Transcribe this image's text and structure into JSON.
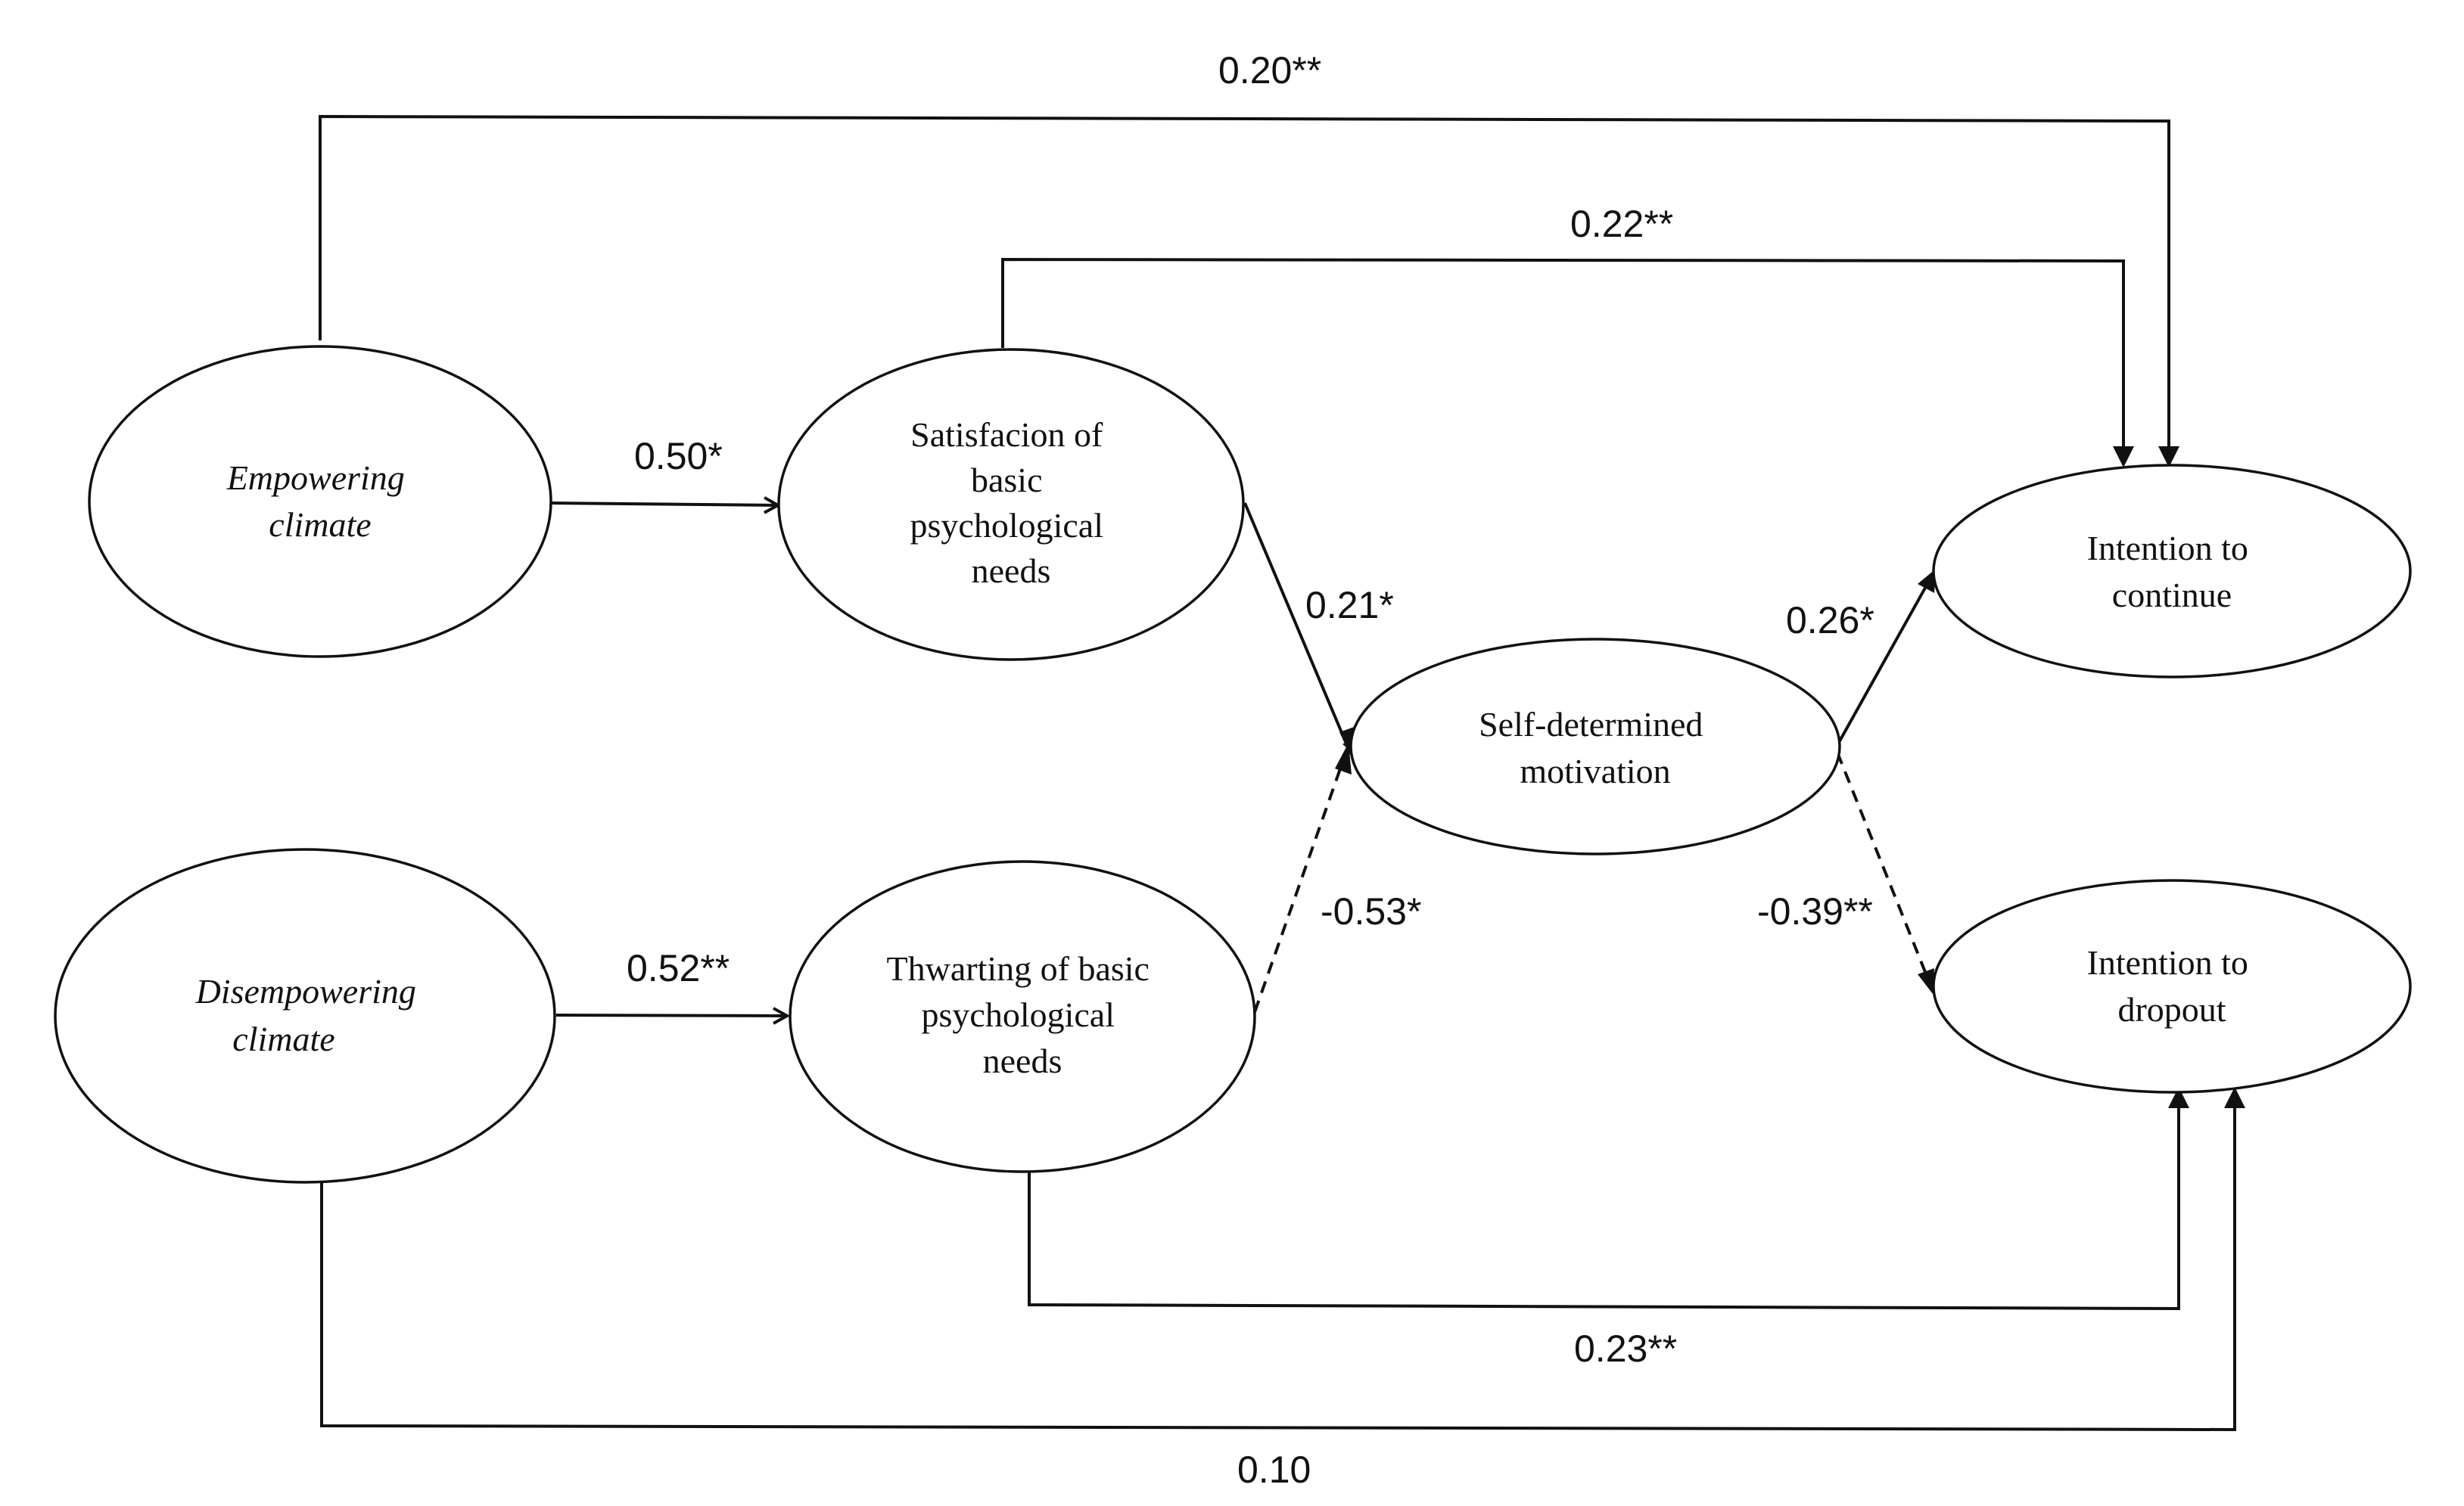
{
  "nodes": {
    "empowering": {
      "lines": [
        "Empowering",
        "climate"
      ],
      "italic": true
    },
    "disempowering": {
      "lines": [
        "Disempowering",
        "climate"
      ],
      "italic": true
    },
    "satisfaction": {
      "lines": [
        "Satisfacion of",
        "basic",
        "psychological",
        "needs"
      ],
      "italic": false
    },
    "thwarting": {
      "lines": [
        "Thwarting of basic",
        "psychological",
        "needs"
      ],
      "italic": false
    },
    "motivation": {
      "lines": [
        "Self-determined",
        "motivation"
      ],
      "italic": false
    },
    "continue": {
      "lines": [
        "Intention to",
        "continue"
      ],
      "italic": false
    },
    "dropout": {
      "lines": [
        "Intention to",
        "dropout"
      ],
      "italic": false
    }
  },
  "paths": {
    "empowering_satisfaction": {
      "coef": "0.50*",
      "style": "solid"
    },
    "disempowering_thwarting": {
      "coef": "0.52**",
      "style": "solid"
    },
    "satisfaction_motivation": {
      "coef": "0.21*",
      "style": "solid"
    },
    "thwarting_motivation": {
      "coef": "-0.53*",
      "style": "dashed"
    },
    "motivation_continue": {
      "coef": "0.26*",
      "style": "solid"
    },
    "motivation_dropout": {
      "coef": "-0.39**",
      "style": "dashed"
    },
    "empowering_continue": {
      "coef": "0.20**",
      "style": "solid"
    },
    "satisfaction_continue": {
      "coef": "0.22**",
      "style": "solid"
    },
    "thwarting_dropout": {
      "coef": "0.23**",
      "style": "solid"
    },
    "disempowering_dropout": {
      "coef": "0.10",
      "style": "solid"
    }
  }
}
